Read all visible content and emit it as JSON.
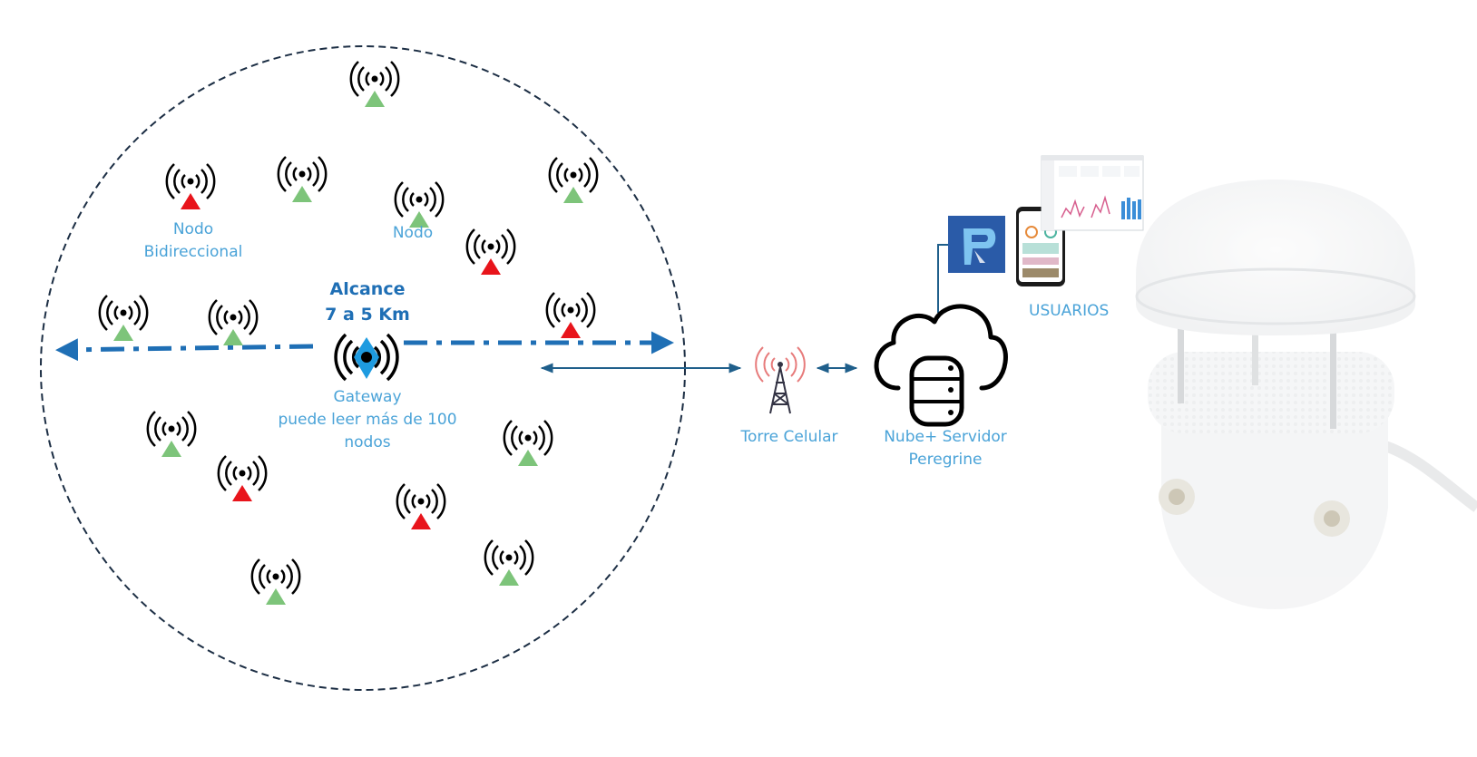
{
  "labels": {
    "node_bidir": [
      "Nodo",
      "Bidireccional"
    ],
    "node": "Nodo",
    "range": [
      "Alcance",
      "7 a 5 Km"
    ],
    "gateway": [
      "Gateway",
      "puede leer más de 100",
      "nodos"
    ],
    "tower": "Torre Celular",
    "cloud": [
      "Nube+ Servidor",
      "Peregrine"
    ],
    "users": "USUARIOS"
  },
  "colors": {
    "node_standard": "#7dc47a",
    "node_bidirectional": "#e8141b",
    "gateway": "#1e9be0",
    "range_arrow": "#1f6fb5",
    "link": "#1f5f8b",
    "tower_waves": "#e77b7b",
    "label_text": "#4aa3d8",
    "logo_bg": "#2a5ba8"
  },
  "nodes": [
    {
      "type": "standard"
    },
    {
      "type": "bidirectional"
    },
    {
      "type": "standard"
    },
    {
      "type": "standard"
    },
    {
      "type": "standard"
    },
    {
      "type": "bidirectional"
    },
    {
      "type": "standard"
    },
    {
      "type": "standard"
    },
    {
      "type": "bidirectional"
    },
    {
      "type": "standard"
    },
    {
      "type": "standard"
    },
    {
      "type": "bidirectional"
    },
    {
      "type": "bidirectional"
    },
    {
      "type": "standard"
    },
    {
      "type": "standard"
    }
  ],
  "icons": {
    "node": "radio-node-icon",
    "gateway": "gateway-icon",
    "tower": "cell-tower-icon",
    "cloud": "cloud-server-icon",
    "logo": "peregrine-logo",
    "phone": "phone-app-icon",
    "dashboard": "dashboard-screenshot",
    "sensor": "weather-sensor-device"
  }
}
